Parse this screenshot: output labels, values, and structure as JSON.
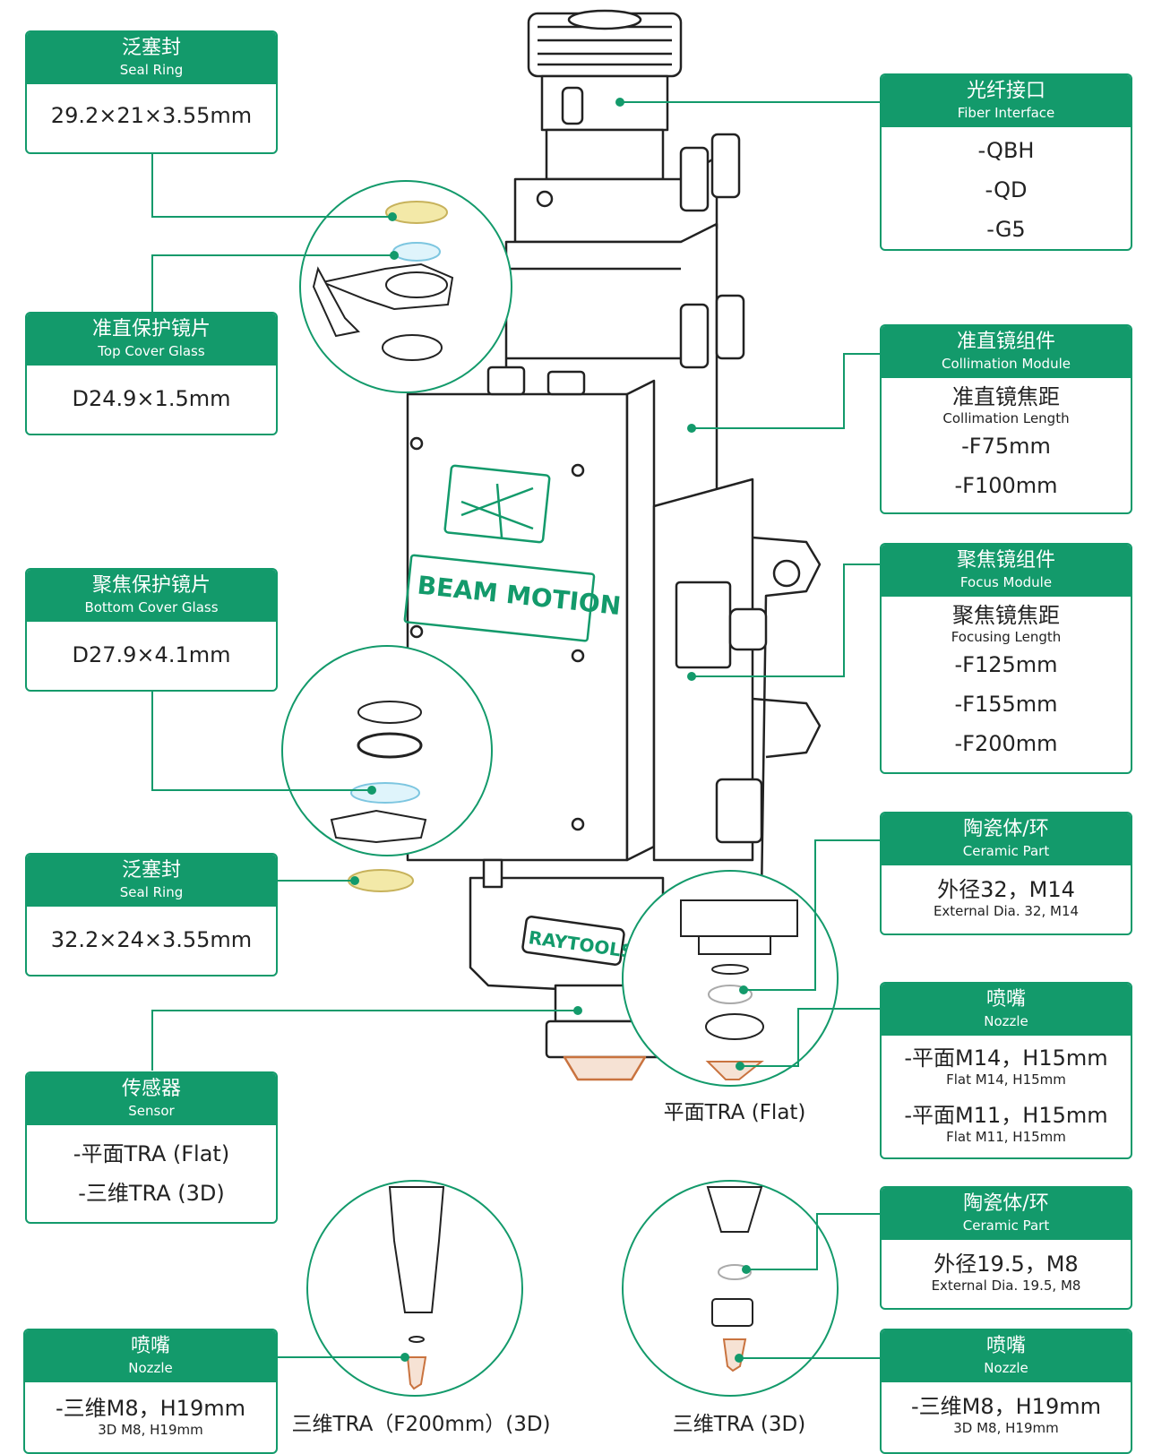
{
  "accent_color": "#139a6b",
  "brand_on_head": "BEAM MOTION",
  "sensor_brand": "RAYTOOLS",
  "boxes": {
    "seal_top": {
      "zh": "泛塞封",
      "en": "Seal Ring",
      "value": "29.2×21×3.55mm"
    },
    "top_cover": {
      "zh": "准直保护镜片",
      "en": "Top Cover Glass",
      "value": "D24.9×1.5mm"
    },
    "bottom_cover": {
      "zh": "聚焦保护镜片",
      "en": "Bottom Cover Glass",
      "value": "D27.9×4.1mm"
    },
    "seal_bottom": {
      "zh": "泛塞封",
      "en": "Seal Ring",
      "value": "32.2×24×3.55mm"
    },
    "sensor": {
      "zh": "传感器",
      "en": "Sensor",
      "items": [
        "-平面TRA (Flat)",
        "-三维TRA (3D)"
      ]
    },
    "nozzle_3d_left": {
      "zh": "喷嘴",
      "en": "Nozzle",
      "value_zh": "-三维M8，H19mm",
      "value_en": "3D M8, H19mm"
    },
    "fiber": {
      "zh": "光纤接口",
      "en": "Fiber Interface",
      "items": [
        "-QBH",
        "-QD",
        "-G5"
      ]
    },
    "collimation": {
      "zh": "准直镜组件",
      "en": "Collimation Module",
      "sub_zh": "准直镜焦距",
      "sub_en": "Collimation Length",
      "items": [
        "-F75mm",
        "-F100mm"
      ]
    },
    "focus": {
      "zh": "聚焦镜组件",
      "en": "Focus Module",
      "sub_zh": "聚焦镜焦距",
      "sub_en": "Focusing Length",
      "items": [
        "-F125mm",
        "-F155mm",
        "-F200mm"
      ]
    },
    "ceramic_flat": {
      "zh": "陶瓷体/环",
      "en": "Ceramic Part",
      "value_zh": "外径32，M14",
      "value_en": "External Dia. 32, M14"
    },
    "nozzle_flat": {
      "zh": "喷嘴",
      "en": "Nozzle",
      "items": [
        {
          "zh": "-平面M14，H15mm",
          "en": "Flat M14, H15mm"
        },
        {
          "zh": "-平面M11，H15mm",
          "en": "Flat M11, H15mm"
        }
      ]
    },
    "ceramic_3d": {
      "zh": "陶瓷体/环",
      "en": "Ceramic Part",
      "value_zh": "外径19.5，M8",
      "value_en": "External Dia. 19.5, M8"
    },
    "nozzle_3d_right": {
      "zh": "喷嘴",
      "en": "Nozzle",
      "value_zh": "-三维M8，H19mm",
      "value_en": "3D M8, H19mm"
    }
  },
  "captions": {
    "flat": "平面TRA (Flat)",
    "f200_3d": "三维TRA（F200mm）(3D)",
    "tra_3d": "三维TRA (3D)"
  }
}
